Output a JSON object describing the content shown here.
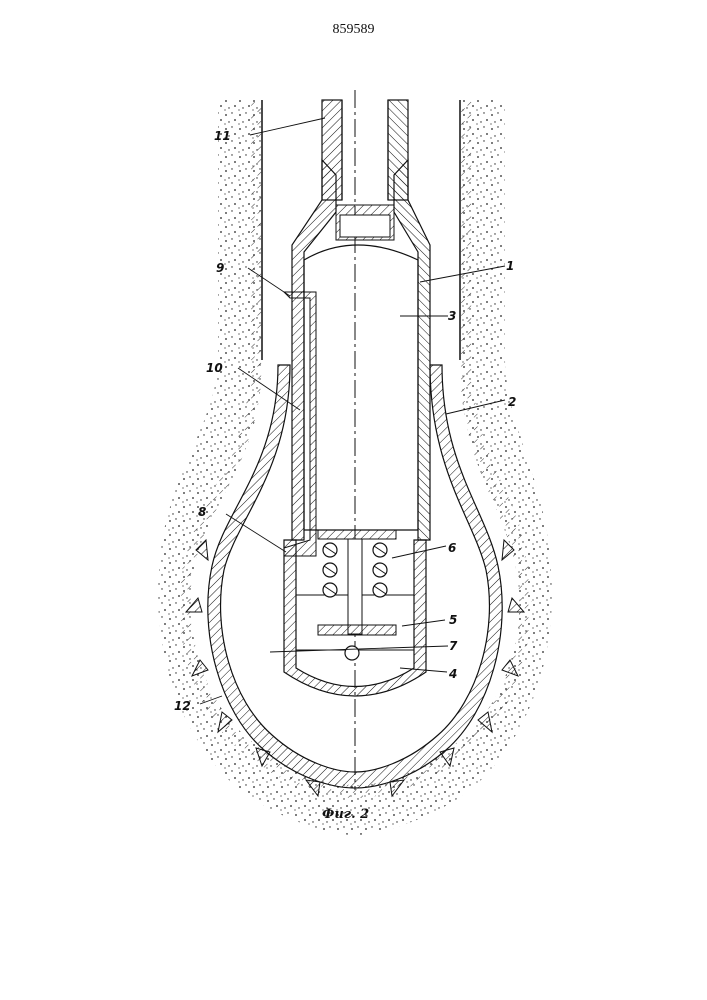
{
  "header": {
    "patent_number": "859589"
  },
  "figure": {
    "caption": "Фиг. 2"
  },
  "labels": {
    "l1": "1",
    "l2": "2",
    "l3": "3",
    "l4": "4",
    "l5": "5",
    "l6": "6",
    "l7": "7",
    "l8": "8",
    "l9": "9",
    "l10": "10",
    "l11": "11",
    "l12": "12"
  }
}
